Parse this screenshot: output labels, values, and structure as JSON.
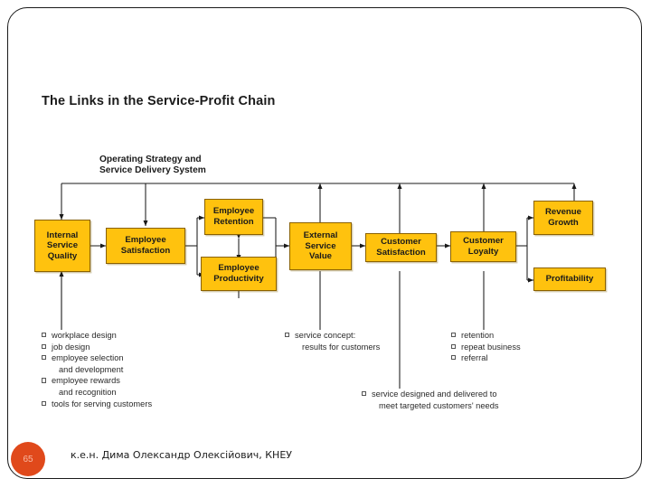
{
  "slide": {
    "title": "The Links in the Service-Profit Chain",
    "operating_strategy_caption": "Operating Strategy and\nService Delivery System",
    "box_fill_color": "#FFC20E",
    "box_border_color": "#8a6100",
    "badge_color": "#E0491B"
  },
  "footer": {
    "page_number": "65",
    "attribution": "к.е.н. Дима Олександр Олексійович, КНЕУ"
  },
  "nodes": [
    {
      "id": "internal-service-quality",
      "label": "Internal\nService\nQuality"
    },
    {
      "id": "employee-satisfaction",
      "label": "Employee\nSatisfaction"
    },
    {
      "id": "employee-retention",
      "label": "Employee\nRetention"
    },
    {
      "id": "employee-productivity",
      "label": "Employee\nProductivity"
    },
    {
      "id": "external-service-value",
      "label": "External\nService\nValue"
    },
    {
      "id": "customer-satisfaction",
      "label": "Customer\nSatisfaction"
    },
    {
      "id": "customer-loyalty",
      "label": "Customer\nLoyalty"
    },
    {
      "id": "revenue-growth",
      "label": "Revenue\nGrowth"
    },
    {
      "id": "profitability",
      "label": "Profitability"
    }
  ],
  "annotations": {
    "internal_service_quality": [
      {
        "text": "workplace design"
      },
      {
        "text": "job design"
      },
      {
        "text": "employee selection",
        "continuation": "and development"
      },
      {
        "text": "employee rewards",
        "continuation": "and recognition"
      },
      {
        "text": "tools for serving customers"
      }
    ],
    "external_service_value": [
      {
        "text": "service concept:",
        "continuation": "results for customers"
      }
    ],
    "customer_loyalty": [
      {
        "text": "retention"
      },
      {
        "text": "repeat business"
      },
      {
        "text": "referral"
      }
    ],
    "customer_satisfaction": [
      {
        "text": "service designed and delivered to",
        "continuation": "meet targeted customers' needs"
      }
    ]
  },
  "chart_data": {
    "type": "diagram",
    "title": "The Links in the Service-Profit Chain",
    "diagram_kind": "flow-chain",
    "nodes": [
      "Internal Service Quality",
      "Employee Satisfaction",
      "Employee Retention",
      "Employee Productivity",
      "External Service Value",
      "Customer Satisfaction",
      "Customer Loyalty",
      "Revenue Growth",
      "Profitability"
    ],
    "edges": [
      {
        "from": "Internal Service Quality",
        "to": "Employee Satisfaction",
        "type": "arrow"
      },
      {
        "from": "Employee Satisfaction",
        "to": "Employee Retention",
        "type": "arrow"
      },
      {
        "from": "Employee Satisfaction",
        "to": "Employee Productivity",
        "type": "arrow"
      },
      {
        "from": "Employee Retention",
        "to": "Employee Productivity",
        "type": "double-arrow"
      },
      {
        "from": "Employee Retention",
        "to": "External Service Value",
        "type": "arrow"
      },
      {
        "from": "Employee Productivity",
        "to": "External Service Value",
        "type": "arrow"
      },
      {
        "from": "External Service Value",
        "to": "Customer Satisfaction",
        "type": "arrow"
      },
      {
        "from": "Customer Satisfaction",
        "to": "Customer Loyalty",
        "type": "arrow"
      },
      {
        "from": "Customer Loyalty",
        "to": "Revenue Growth",
        "type": "arrow"
      },
      {
        "from": "Customer Loyalty",
        "to": "Profitability",
        "type": "arrow"
      },
      {
        "from": "Operating Strategy and Service Delivery System bus",
        "to": "Internal Service Quality",
        "type": "arrow"
      },
      {
        "from": "Operating Strategy and Service Delivery System bus",
        "to": "Employee Satisfaction",
        "type": "arrow"
      },
      {
        "from": "External Service Value",
        "to": "Operating Strategy and Service Delivery System bus",
        "type": "arrow"
      },
      {
        "from": "Customer Satisfaction",
        "to": "Operating Strategy and Service Delivery System bus",
        "type": "arrow"
      },
      {
        "from": "Customer Loyalty",
        "to": "Operating Strategy and Service Delivery System bus",
        "type": "arrow"
      },
      {
        "from": "Revenue Growth",
        "to": "Operating Strategy and Service Delivery System bus",
        "type": "arrow"
      }
    ]
  }
}
